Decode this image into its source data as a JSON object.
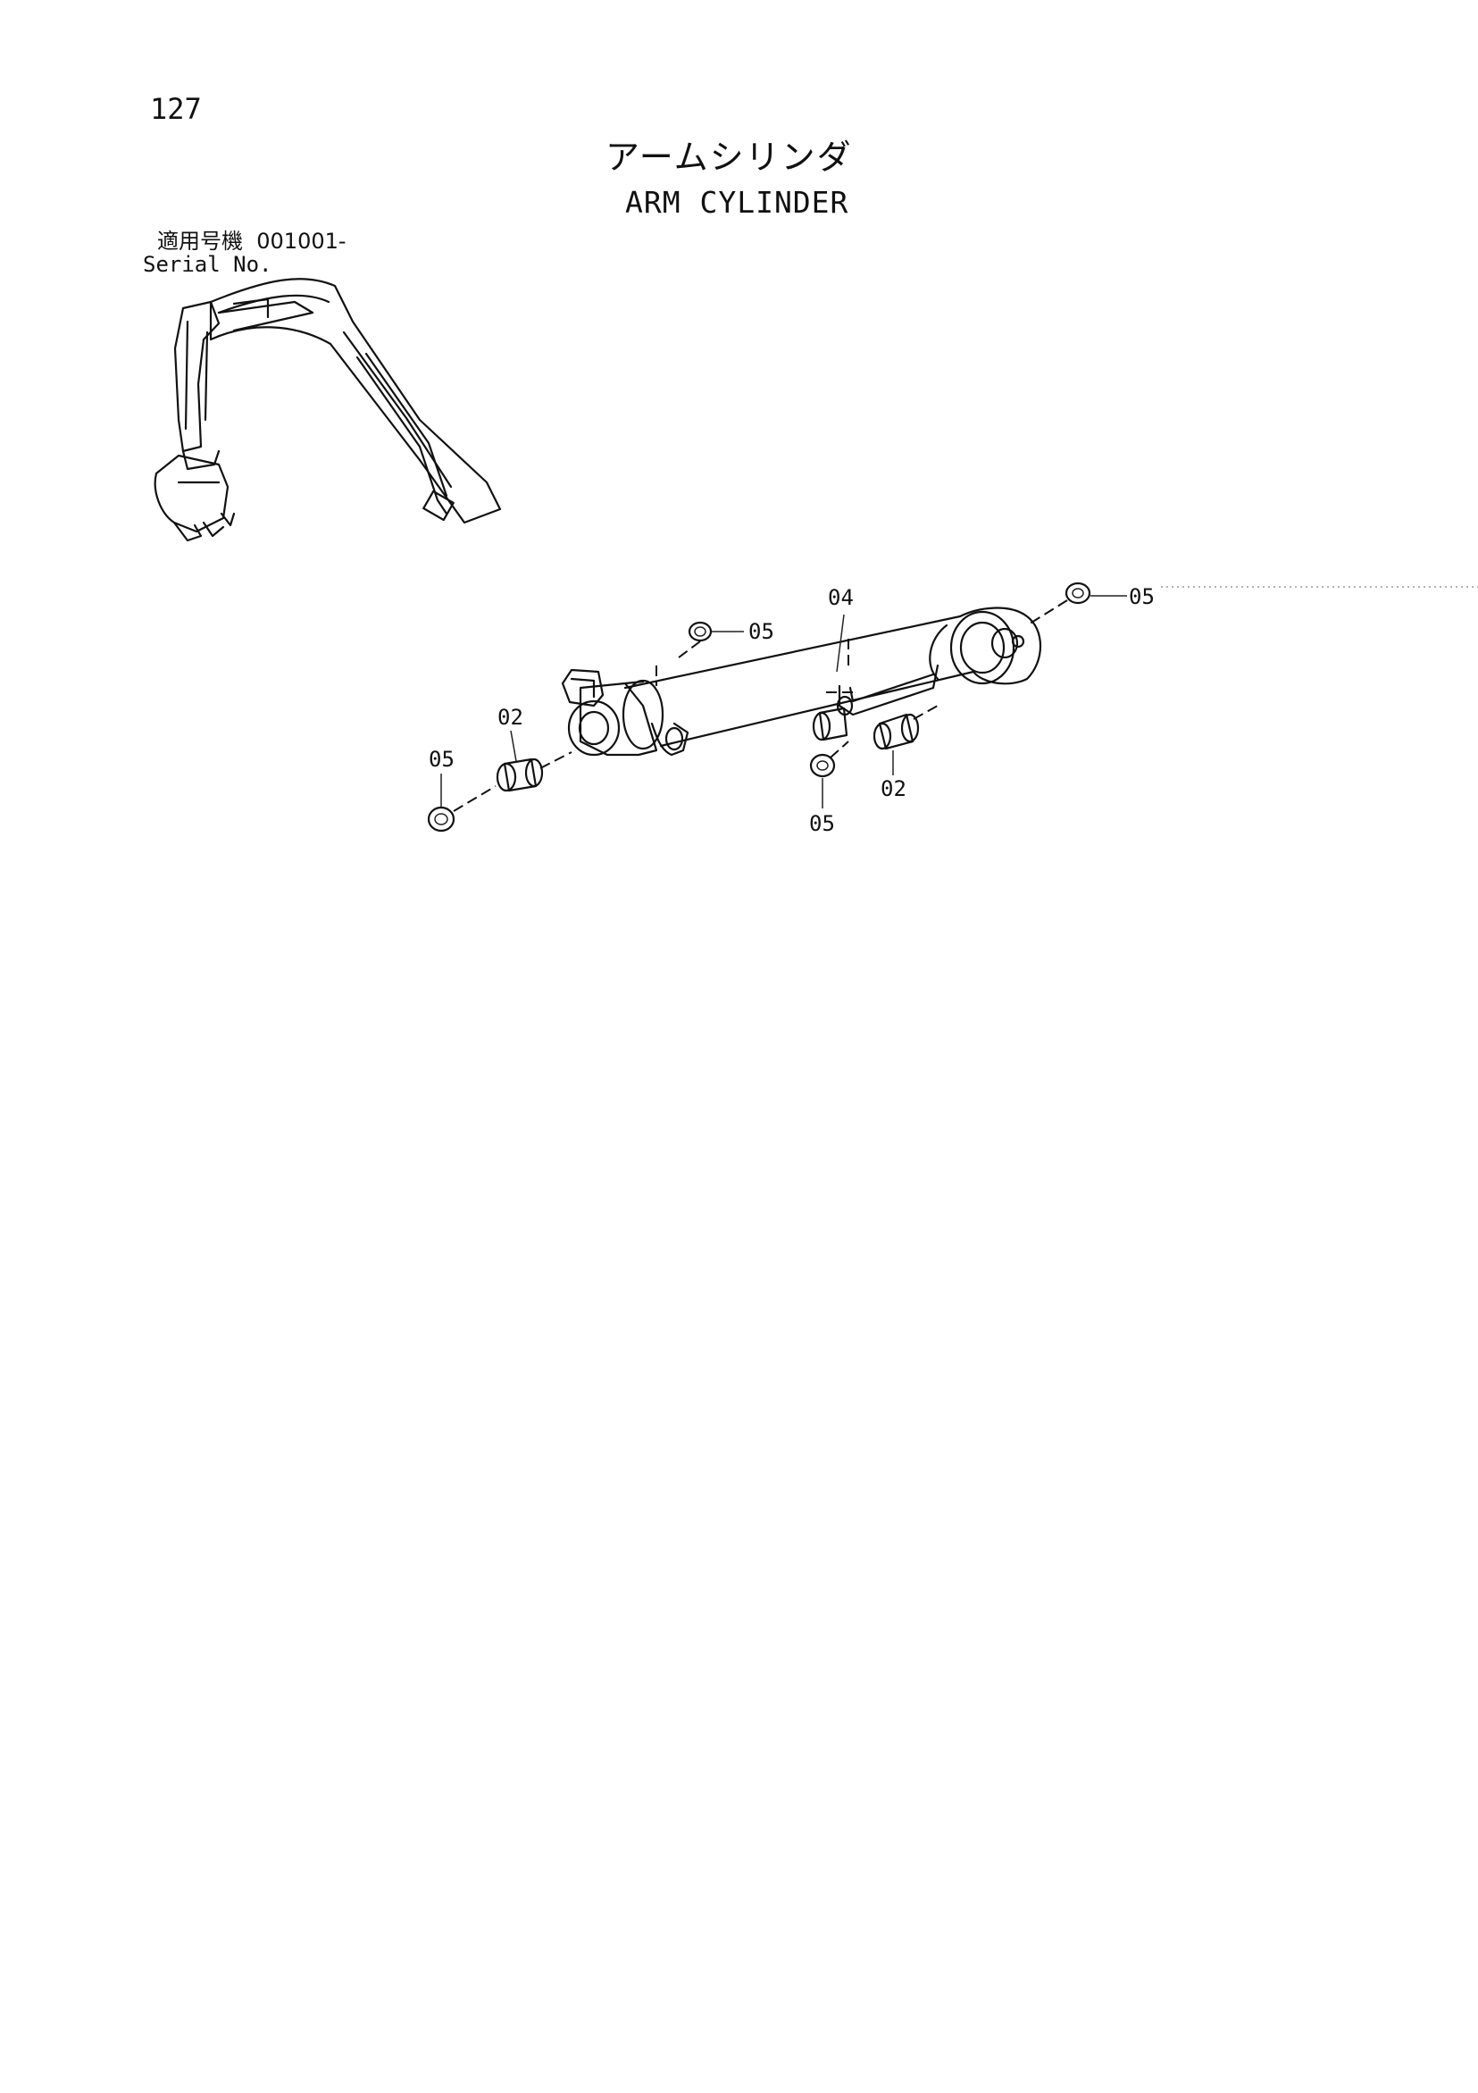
{
  "header": {
    "page_number": "127",
    "title_jp": "アームシリンダ",
    "title_en": "ARM CYLINDER",
    "serial_label_jp": "適用号機",
    "serial_value": "001001-",
    "serial_label_en": "Serial No."
  },
  "callouts": {
    "c04": "04",
    "c05_top_mid": "05",
    "c05_top_right": "05",
    "c02_left": "02",
    "c05_left": "05",
    "c02_right": "02",
    "c05_bottom": "05"
  }
}
